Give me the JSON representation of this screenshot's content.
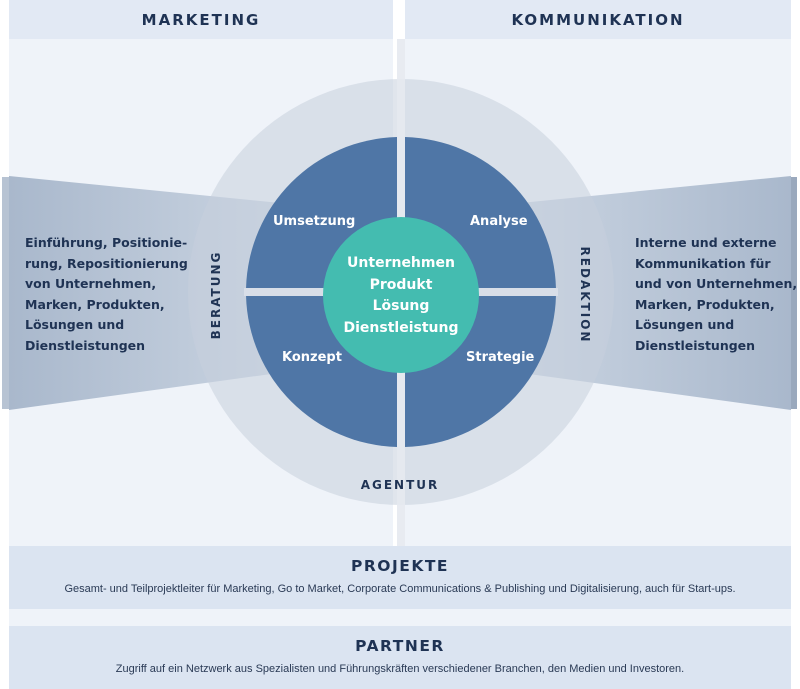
{
  "headers": {
    "left": "MARKETING",
    "right": "KOMMUNIKATION"
  },
  "left_panel": {
    "lines": [
      "Einführung, Positionie-",
      "rung, Repositionierung",
      "von Unternehmen,",
      "Marken, Produkten,",
      "Lösungen und",
      "Dienstleistungen"
    ]
  },
  "right_panel": {
    "lines": [
      "Interne und externe",
      "Kommunikation für",
      "und von Unternehmen,",
      "Marken, Produkten,",
      "Lösungen und",
      "Dienstleistungen"
    ]
  },
  "ring_labels": {
    "left": "BERATUNG",
    "right": "REDAKTION",
    "bottom": "AGENTUR"
  },
  "quadrants": {
    "top_left": "Umsetzung",
    "top_right": "Analyse",
    "bottom_left": "Konzept",
    "bottom_right": "Strategie"
  },
  "center": {
    "lines": [
      "Unternehmen",
      "Produkt",
      "Lösung",
      "Dienstleistung"
    ]
  },
  "projekte": {
    "title": "PROJEKTE",
    "description": "Gesamt- und Teilprojektleiter für Marketing, Go to Market, Corporate Communications & Publishing und Digitalisierung, auch für Start-ups."
  },
  "partner": {
    "title": "PARTNER",
    "description": "Zugriff auf ein Netzwerk aus Spezialisten und Führungskräften verschiedener Branchen, den Medien und Investoren."
  },
  "colors": {
    "header_bg": "#e2e9f4",
    "panel_bg": "#eff3f9",
    "quadrant_blue": "#4f76a6",
    "center_teal": "#44bcb0",
    "outer_ring": "#d8dee8",
    "text_dark": "#1f3354"
  }
}
